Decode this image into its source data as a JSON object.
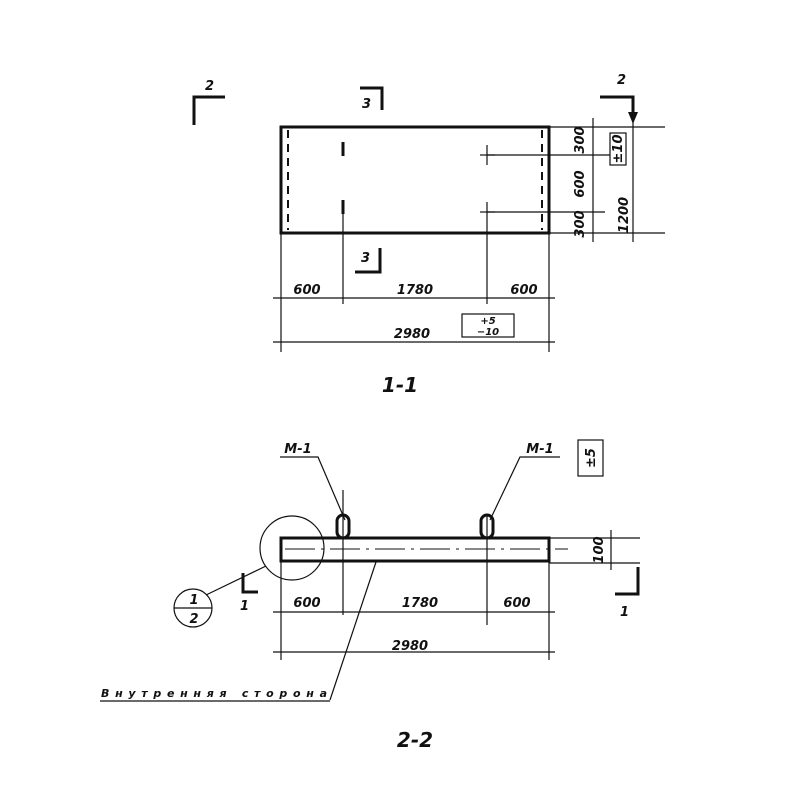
{
  "view_1_1": {
    "title": "1-1",
    "section_mark_2_left": "2",
    "section_mark_2_right": "2",
    "section_mark_3_top": "3",
    "section_mark_3_bottom": "3",
    "dims_horizontal": [
      "600",
      "1780",
      "600"
    ],
    "overall_length": "2980",
    "length_tolerance_plus": "+5",
    "length_tolerance_minus": "−10",
    "dims_vertical": [
      "300",
      "600",
      "300"
    ],
    "overall_height": "1200",
    "height_tolerance": "±10"
  },
  "view_2_2": {
    "title": "2-2",
    "anchor_label_left": "М-1",
    "anchor_label_right": "М-1",
    "thickness_tolerance": "±5",
    "thickness": "100",
    "detail_ref_top": "1",
    "detail_ref_bottom": "2",
    "section_mark_1_left": "1",
    "section_mark_1_right": "1",
    "dims_horizontal": [
      "600",
      "1780",
      "600"
    ],
    "overall_length": "2980",
    "inner_side_label": "Внутренняя сторона"
  }
}
